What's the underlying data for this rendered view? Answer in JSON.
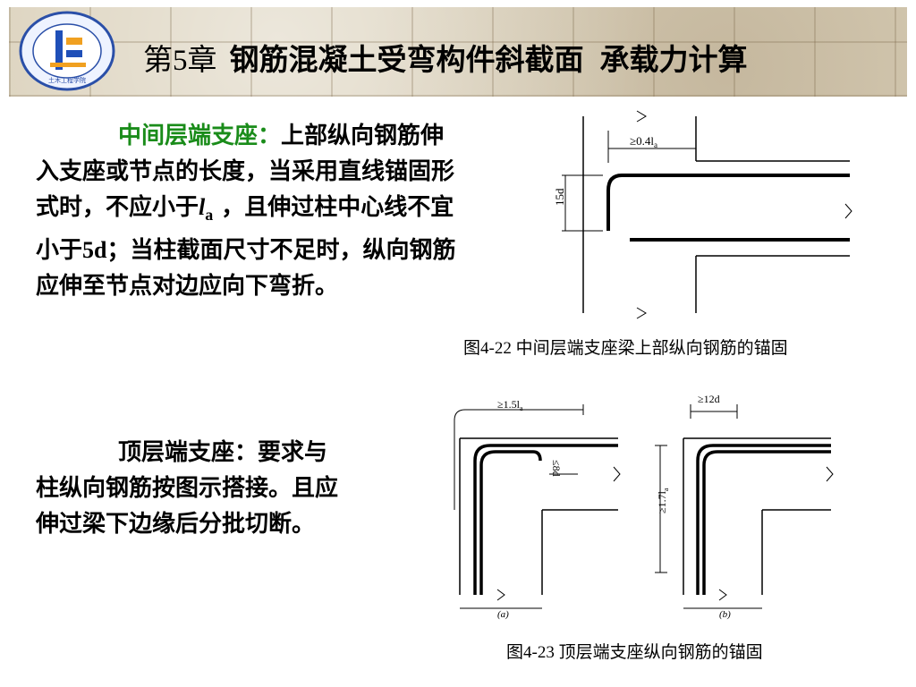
{
  "header": {
    "chapter": "第5章",
    "title_main": "钢筋混凝土受弯构件斜截面",
    "title_sub": "承载力计算",
    "logo_text": "土木工程学院"
  },
  "body": {
    "p1_heading": "中间层端支座：",
    "p1_a": "上部纵向钢筋伸入支座或节点的长度，当采用直线锚固形式时，不应小于",
    "p1_la": "l",
    "p1_la_sub": "a",
    "p1_b": " ，且伸过柱中心线不宜小于",
    "p1_5d": "5d",
    "p1_c": "；当柱截面尺寸不足时，纵向钢筋应伸至节点对边应向下弯折。",
    "p2": "顶层端支座：要求与柱纵向钢筋按图示搭接。且应伸过梁下边缘后分批切断。"
  },
  "figures": {
    "fig1_caption": "图4-22  中间层端支座梁上部纵向钢筋的锚固",
    "fig1_dim_top": "≥0.4l",
    "fig1_dim_top_sub": "a",
    "fig1_dim_side": "15d",
    "fig2_caption": "图4-23  顶层端支座纵向钢筋的锚固",
    "fig2a_dim_top": "≥1.5l",
    "fig2a_dim_top_sub": "a",
    "fig2a_dim_side": "≤8d",
    "fig2a_label": "(a)",
    "fig2b_dim_top": "≥12d",
    "fig2b_dim_side": "≥1.7l",
    "fig2b_dim_side_sub": "a",
    "fig2b_label": "(b)"
  }
}
